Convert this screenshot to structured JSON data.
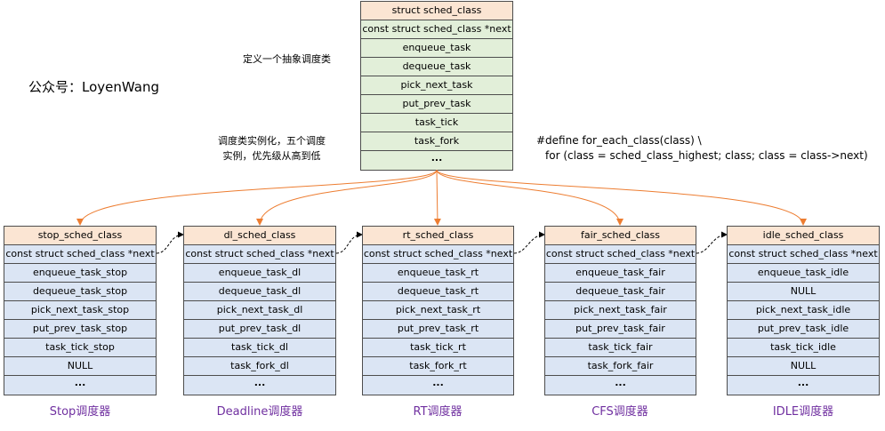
{
  "watermark": "公众号：LoyenWang",
  "top_struct": {
    "rows": [
      "struct sched_class",
      "const struct sched_class *next",
      "enqueue_task",
      "dequeue_task",
      "pick_next_task",
      "put_prev_task",
      "task_tick",
      "task_fork",
      "..."
    ]
  },
  "note_abstract": "定义一个抽象调度类",
  "note_instances": [
    "调度类实例化，五个调度",
    "实例，优先级从高到低"
  ],
  "define_lines": [
    "#define for_each_class(class) \\",
    "for (class = sched_class_highest; class; class = class->next)"
  ],
  "classes": [
    {
      "rows": [
        "stop_sched_class",
        "const struct sched_class *next",
        "enqueue_task_stop",
        "dequeue_task_stop",
        "pick_next_task_stop",
        "put_prev_task_stop",
        "task_tick_stop",
        "NULL",
        "..."
      ],
      "caption": "Stop调度器"
    },
    {
      "rows": [
        "dl_sched_class",
        "const struct sched_class *next",
        "enqueue_task_dl",
        "dequeue_task_dl",
        "pick_next_task_dl",
        "put_prev_task_dl",
        "task_tick_dl",
        "task_fork_dl",
        "..."
      ],
      "caption": "Deadline调度器"
    },
    {
      "rows": [
        "rt_sched_class",
        "const struct sched_class *next",
        "enqueue_task_rt",
        "dequeue_task_rt",
        "pick_next_task_rt",
        "put_prev_task_rt",
        "task_tick_rt",
        "task_fork_rt",
        "..."
      ],
      "caption": "RT调度器"
    },
    {
      "rows": [
        "fair_sched_class",
        "const struct sched_class *next",
        "enqueue_task_fair",
        "dequeue_task_fair",
        "pick_next_task_fair",
        "put_prev_task_fair",
        "task_tick_fair",
        "task_fork_fair",
        "..."
      ],
      "caption": "CFS调度器"
    },
    {
      "rows": [
        "idle_sched_class",
        "const struct sched_class *next",
        "enqueue_task_idle",
        "NULL",
        "pick_next_task_idle",
        "put_prev_task_idle",
        "task_tick_idle",
        "NULL",
        "..."
      ],
      "caption": "IDLE调度器"
    }
  ],
  "colors": {
    "header": "#fbe5d3",
    "abstract_body": "#e2efd9",
    "instance_body": "#dbe5f4",
    "arrow": "#ed7d31",
    "caption": "#7030a0"
  }
}
